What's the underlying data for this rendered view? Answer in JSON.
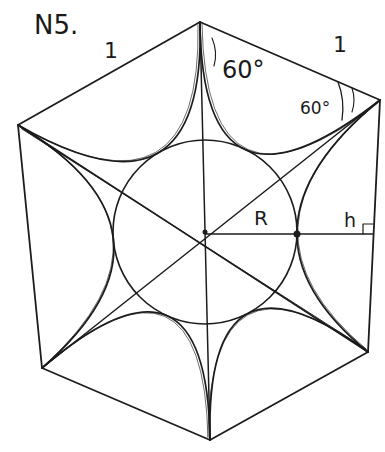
{
  "diagram": {
    "title": "N5.",
    "labels": [
      "1",
      "1",
      "60°",
      "60°",
      "R",
      "h"
    ]
  }
}
